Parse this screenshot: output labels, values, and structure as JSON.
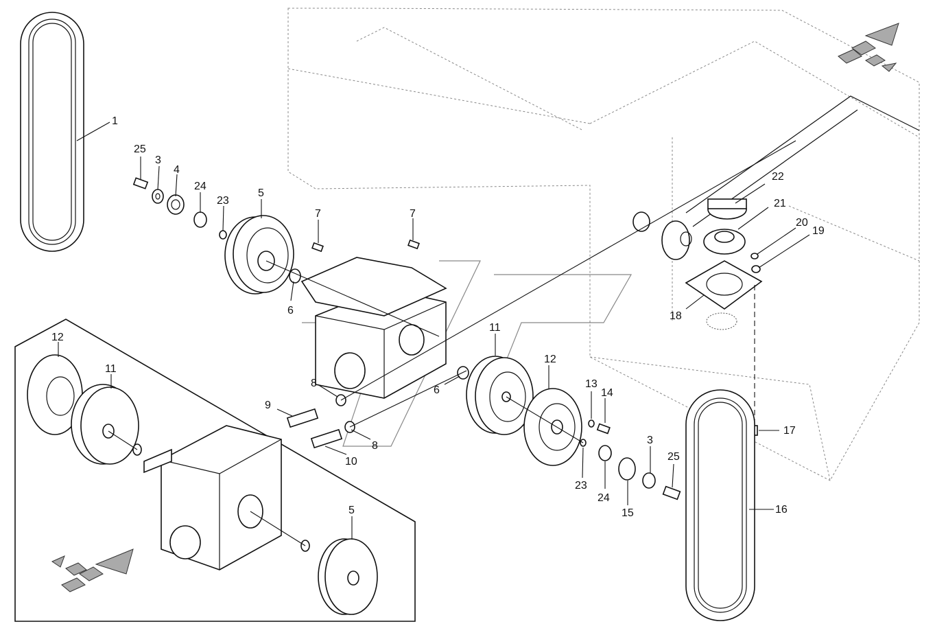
{
  "callouts": [
    {
      "id": "c1",
      "label": "1"
    },
    {
      "id": "c25a",
      "label": "25"
    },
    {
      "id": "c3a",
      "label": "3"
    },
    {
      "id": "c4",
      "label": "4"
    },
    {
      "id": "c24a",
      "label": "24"
    },
    {
      "id": "c23a",
      "label": "23"
    },
    {
      "id": "c5a",
      "label": "5"
    },
    {
      "id": "c7a",
      "label": "7"
    },
    {
      "id": "c7b",
      "label": "7"
    },
    {
      "id": "c6a",
      "label": "6"
    },
    {
      "id": "c22",
      "label": "22"
    },
    {
      "id": "c21",
      "label": "21"
    },
    {
      "id": "c20",
      "label": "20"
    },
    {
      "id": "c19",
      "label": "19"
    },
    {
      "id": "c18",
      "label": "18"
    },
    {
      "id": "c11a",
      "label": "11"
    },
    {
      "id": "c12a",
      "label": "12"
    },
    {
      "id": "c13",
      "label": "13"
    },
    {
      "id": "c14",
      "label": "14"
    },
    {
      "id": "c6b",
      "label": "6"
    },
    {
      "id": "c8a",
      "label": "8"
    },
    {
      "id": "c9",
      "label": "9"
    },
    {
      "id": "c10",
      "label": "10"
    },
    {
      "id": "c8b",
      "label": "8"
    },
    {
      "id": "c17",
      "label": "17"
    },
    {
      "id": "c3b",
      "label": "3"
    },
    {
      "id": "c25b",
      "label": "25"
    },
    {
      "id": "c23b",
      "label": "23"
    },
    {
      "id": "c24b",
      "label": "24"
    },
    {
      "id": "c15",
      "label": "15"
    },
    {
      "id": "c16",
      "label": "16"
    },
    {
      "id": "c12b",
      "label": "12"
    },
    {
      "id": "c11b",
      "label": "11"
    },
    {
      "id": "c5b",
      "label": "5"
    }
  ],
  "icons": {
    "direction_arrow_top": "direction-arrow-icon",
    "direction_arrow_inset": "direction-arrow-icon"
  },
  "colors": {
    "line": "#111111",
    "background": "#ffffff",
    "shade": "#aaaaaa"
  }
}
